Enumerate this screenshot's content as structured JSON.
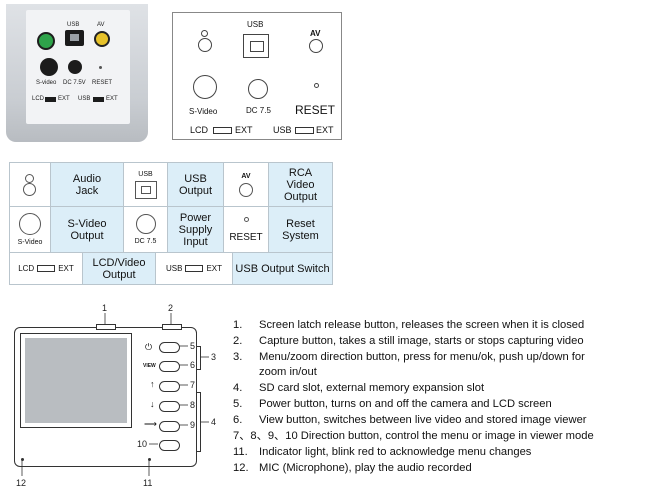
{
  "panel_photo": {
    "usb": "USB",
    "av": "AV",
    "svideo": "S-video",
    "dc": "DC 7.5V",
    "reset": "RESET",
    "lcd": "LCD",
    "ext1": "EXT",
    "usb2": "USB",
    "ext2": "EXT"
  },
  "panel_diagram": {
    "usb": "USB",
    "av": "AV",
    "svideo": "S-Video",
    "dc": "DC 7.5",
    "reset": "RESET",
    "lcd": "LCD",
    "ext1": "EXT",
    "usb2": "USB",
    "ext2": "EXT"
  },
  "port_table": {
    "audio_jack": "Audio Jack",
    "usb_header": "USB",
    "usb_output": "USB Output",
    "av_header": "AV",
    "rca_video_output": "RCA Video Output",
    "svideo_icon": "S-Video",
    "svideo_output": "S-Video Output",
    "dc_icon": "DC 7.5",
    "power_supply_input": "Power Supply Input",
    "reset_icon": "RESET",
    "reset_system": "Reset System",
    "lcd": "LCD",
    "ext1": "EXT",
    "lcd_video_output": "LCD/Video Output",
    "usb2": "USB",
    "ext2": "EXT",
    "usb_output_switch": "USB Output Switch"
  },
  "device_callouts": [
    "1",
    "2",
    "3",
    "4",
    "5",
    "6",
    "7",
    "8",
    "9",
    "10",
    "11",
    "12"
  ],
  "device_view_label": "VIEW",
  "legend": [
    {
      "num": "1.",
      "text": "Screen latch release button, releases the screen when it is closed"
    },
    {
      "num": "2.",
      "text": "Capture button, takes a still image, starts or stops capturing video"
    },
    {
      "num": "3.",
      "text": "Menu/zoom direction button, press for menu/ok, push up/down for"
    },
    {
      "num": "",
      "text": "zoom in/out"
    },
    {
      "num": "4.",
      "text": "SD card slot, external memory expansion slot"
    },
    {
      "num": "5.",
      "text": "Power button, turns on and off the camera and LCD screen"
    },
    {
      "num": "6.",
      "text": "View button, switches between live video and stored image viewer"
    },
    {
      "num": "",
      "text": "7、8、9、10 Direction button, control the menu or image in viewer mode"
    },
    {
      "num": "11.",
      "text": "Indicator light, blink red to acknowledge menu changes"
    },
    {
      "num": "12.",
      "text": "MIC (Microphone), play the audio recorded"
    }
  ]
}
